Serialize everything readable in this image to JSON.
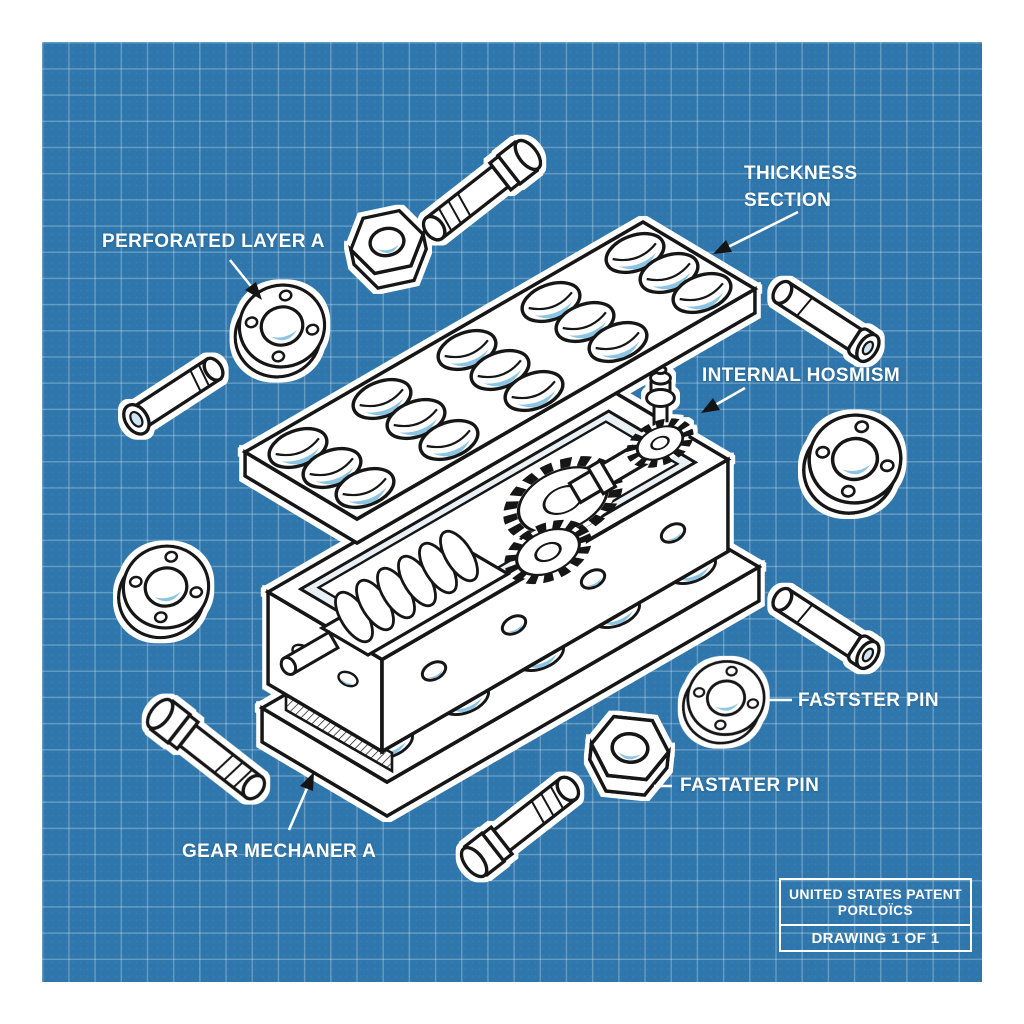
{
  "document": {
    "kind": "exploded-view patent blueprint drawing",
    "parts_depicted": [
      "perforated top plate",
      "gear housing with internal mechanism (gears, coil spring, axle, pinion with knob)",
      "perforated base plate",
      "hex-head bolt (3)",
      "round-head pin",
      "flat-head pin",
      "hex nut (2)",
      "flanged washer (4)"
    ],
    "colors": {
      "sheet_margin": "#ffffff",
      "blueprint_blue": "#2e76ab",
      "grid_line": "rgba(255,255,255,0.26)",
      "ink": "#141414",
      "part_fill": "#ffffff",
      "hole_accent": "#8cc5e3"
    }
  },
  "labels": {
    "perforated": "PERFORATED LAYER A",
    "thickness_line1": "THICKNESS",
    "thickness_line2": "SECTION",
    "internal": "INTERNAL HOSMISM",
    "fastener_right": "FASTSTER PIN",
    "fastener_bottom": "FASTATER PIN",
    "gear": "GEAR MECHANER A"
  },
  "title_block": {
    "org_line1": "UNITED STATES PATENT",
    "org_line2": "PORLOÏCS",
    "drawing_no": "DRAWING 1 OF 1"
  }
}
